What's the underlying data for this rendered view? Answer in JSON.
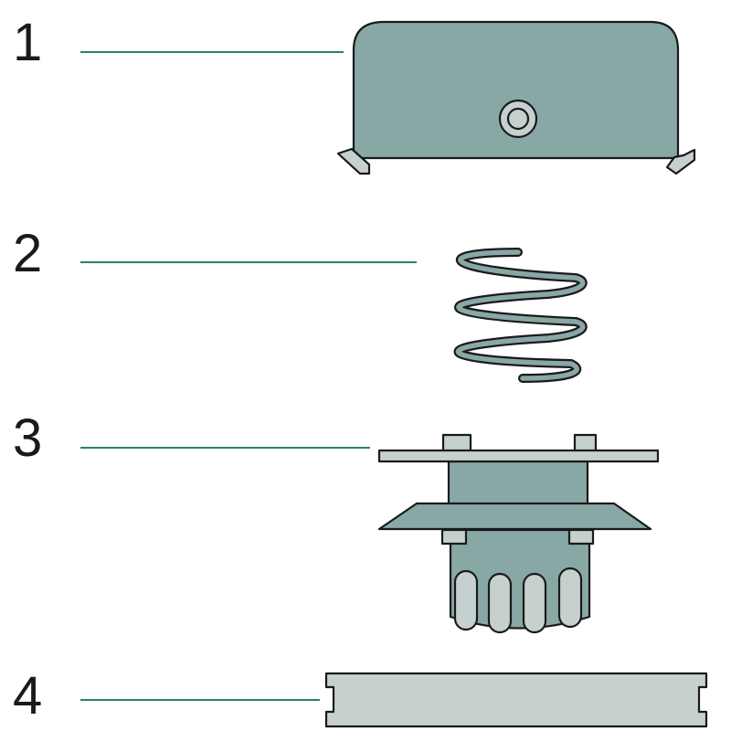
{
  "labels": [
    "1",
    "2",
    "3",
    "4"
  ],
  "colors": {
    "part_fill": "#88a8a6",
    "part_light": "#c6d1cf",
    "leader_line": "#2e7d74",
    "outline": "#1a1a1a"
  }
}
